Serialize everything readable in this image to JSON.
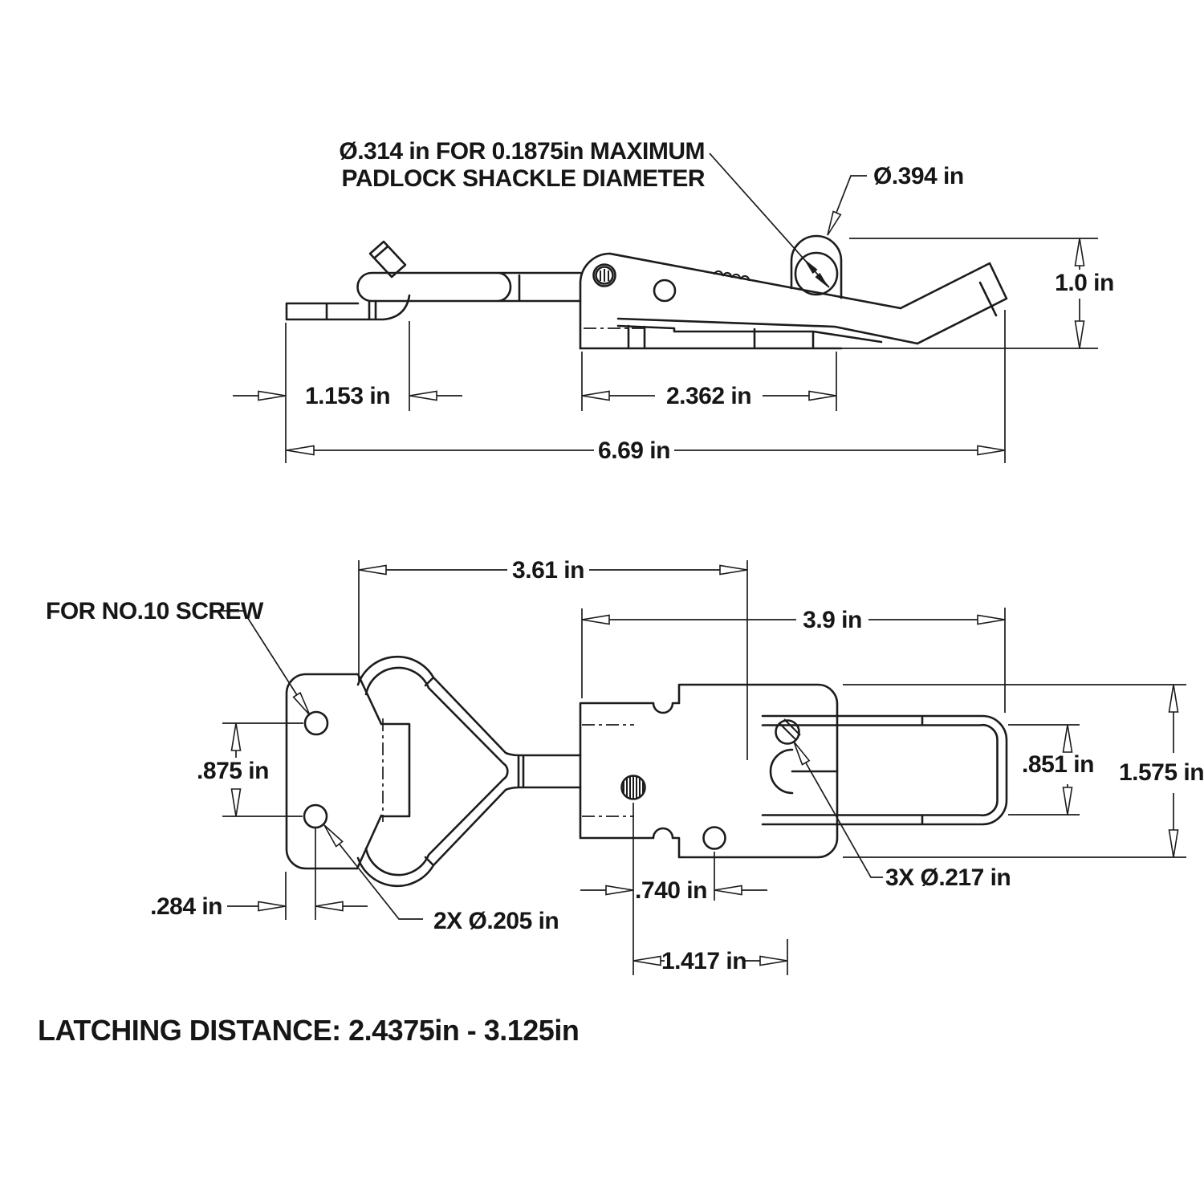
{
  "page": {
    "background": "#ffffff",
    "line_color": "#1c1c1c"
  },
  "side_view": {
    "callout_padlock_hole_line1": "Ø.314 in FOR 0.1875in MAXIMUM",
    "callout_padlock_hole_line2": "PADLOCK SHACKLE DIAMETER",
    "callout_eye_diameter": "Ø.394 in",
    "dim_height": "1.0 in",
    "dim_keeper_offset": "1.153 in",
    "dim_base_length": "2.362 in",
    "dim_overall_length": "6.69 in"
  },
  "top_view": {
    "dim_bail_length": "3.61 in",
    "dim_latch_length": "3.9 in",
    "callout_mounting_screw": "FOR NO.10 SCREW",
    "dim_keeper_hole_spacing": ".875 in",
    "dim_loop_inner_width": ".851 in",
    "dim_body_width": "1.575 in",
    "dim_edge_to_hole": ".284 in",
    "callout_keeper_holes": "2X  Ø.205 in",
    "dim_hole_offset_1": ".740 in",
    "dim_hole_offset_2": "1.417 in",
    "callout_body_holes": "3X Ø.217 in"
  },
  "footer": {
    "latching_distance_note": "LATCHING DISTANCE: 2.4375in - 3.125in"
  }
}
